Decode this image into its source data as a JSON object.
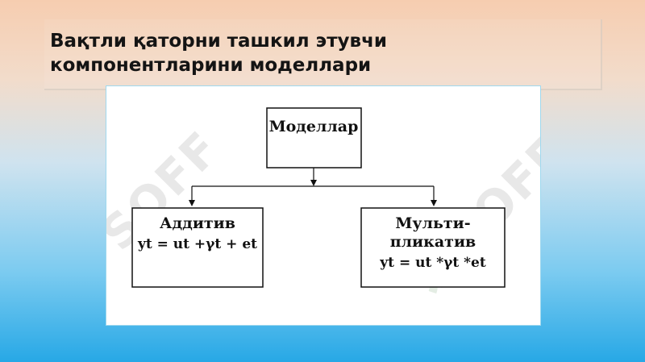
{
  "slide": {
    "title_line1": "Вақтли қаторни ташкил этувчи",
    "title_line2": "компонентларини моделлари"
  },
  "diagram": {
    "root": {
      "label": "Моделлар"
    },
    "left": {
      "label": "Аддитив",
      "formula": "yt = ut +γt + et"
    },
    "right": {
      "label_line1": "Мульти-",
      "label_line2": "пликатив",
      "formula": "yt = ut *γt *et"
    }
  },
  "watermark": {
    "text": "SOFF"
  },
  "colors": {
    "accent_border": "#9fd8ee",
    "watermark": "#d6d6d6"
  }
}
